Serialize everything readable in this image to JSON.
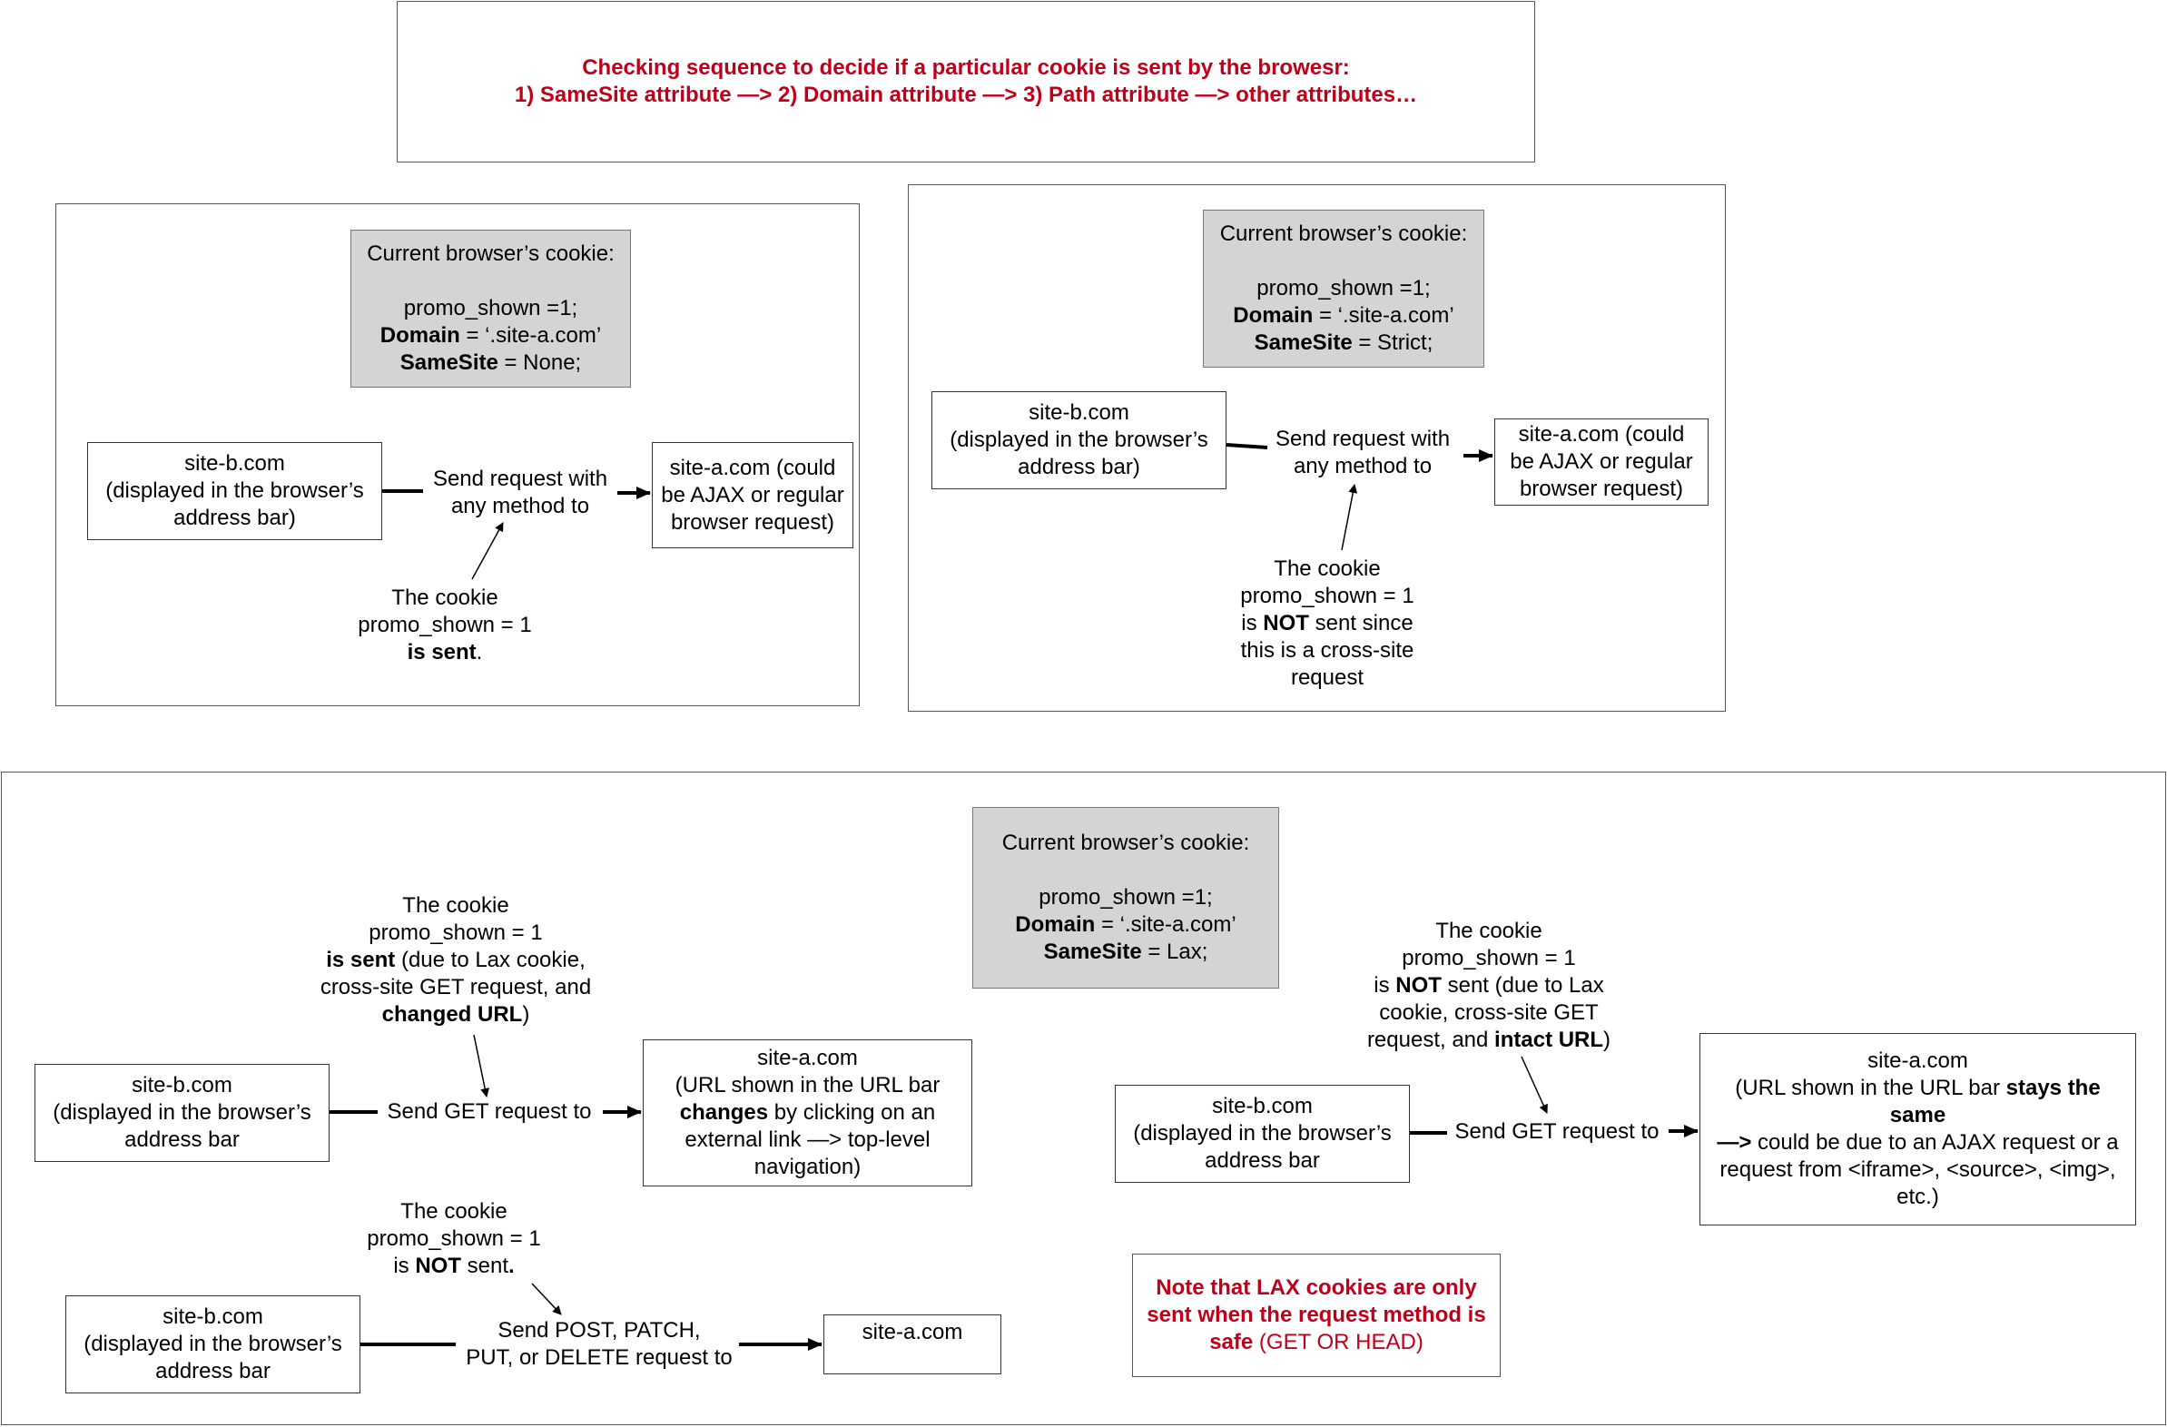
{
  "header": {
    "line1": "Checking sequence to decide if a particular cookie is sent by the browesr:",
    "line2": "1) SameSite attribute —> 2) Domain attribute —> 3) Path attribute  —> other attributes…"
  },
  "cookie_common": {
    "title": "Current browser’s cookie:",
    "value": "promo_shown =1;",
    "domain_key": "Domain",
    "domain_val": " = ‘.site-a.com’",
    "samesite_key": "SameSite"
  },
  "panel_none": {
    "samesite_val": " = None;",
    "source_line1": "site-b.com",
    "source_line2": "(displayed in the browser’s",
    "source_line3": "address bar)",
    "request_line1": "Send request with",
    "request_line2": "any method to",
    "target_line1": "site-a.com (could",
    "target_line2": "be AJAX or regular",
    "target_line3": "browser request)",
    "note_line1": "The cookie",
    "note_line2": "promo_shown = 1",
    "note_bold": "is sent",
    "note_tail": "."
  },
  "panel_strict": {
    "samesite_val": " = Strict;",
    "source_line1": "site-b.com",
    "source_line2": "(displayed in the browser’s",
    "source_line3": "address bar)",
    "request_line1": "Send request with",
    "request_line2": "any method to",
    "target_line1": "site-a.com (could",
    "target_line2": "be AJAX or regular",
    "target_line3": "browser request)",
    "note_line1": "The cookie",
    "note_line2": "promo_shown = 1",
    "note_pre": "is ",
    "note_bold": "NOT",
    "note_post": " sent since",
    "note_line4": "this is a cross-site",
    "note_line5": "request"
  },
  "panel_lax": {
    "samesite_val": " = Lax;",
    "get_changed": {
      "note_line1": "The cookie",
      "note_line2": "promo_shown = 1",
      "note_bold1": "is sent",
      "note_tail1": " (due to Lax cookie,",
      "note_line4": "cross-site GET request, and",
      "note_bold2": "changed URL",
      "note_tail2": ")",
      "source_line1": "site-b.com",
      "source_line2": "(displayed in the browser’s",
      "source_line3": "address bar",
      "request": "Send GET request to",
      "target_line1": "site-a.com",
      "target_line2": "(URL shown in the URL bar",
      "target_bold": "changes",
      "target_line3_tail": " by clicking on an",
      "target_line4": "external link —> top-level",
      "target_line5": "navigation)"
    },
    "post": {
      "note_line1": "The cookie",
      "note_line2": "promo_shown = 1",
      "note_pre": "is ",
      "note_bold": "NOT",
      "note_post": " sent",
      "note_dot": ".",
      "source_line1": "site-b.com",
      "source_line2": "(displayed in the browser’s",
      "source_line3": "address bar",
      "request_line1": "Send POST, PATCH,",
      "request_line2": "PUT, or DELETE request to",
      "target": "site-a.com"
    },
    "get_intact": {
      "note_line1": "The cookie",
      "note_line2": "promo_shown = 1",
      "note_pre": "is ",
      "note_bold": "NOT",
      "note_post": " sent (due to Lax",
      "note_line4": "cookie, cross-site GET",
      "note_line5_pre": "request, and ",
      "note_bold2": "intact URL",
      "note_line5_post": ")",
      "source_line1": "site-b.com",
      "source_line2": "(displayed in the browser’s",
      "source_line3": "address bar",
      "request": "Send GET request to",
      "target_line1": "site-a.com",
      "target_line2_pre": "(URL shown in the URL bar ",
      "target_bold1": "stays the",
      "target_bold2": "same",
      "target_line4_bold": "—>",
      "target_line4_tail": " could be due to an AJAX request or a",
      "target_line5": "request from <iframe>, <source>, <img>,",
      "target_line6": "etc.)"
    },
    "note": {
      "line1": "Note that LAX  cookies are only",
      "line2": "sent when the request method is",
      "line3_bold": "safe",
      "line3_tail": " (GET OR HEAD)"
    }
  },
  "colors": {
    "accent_red": "#c0001b",
    "cookie_fill": "#d4d4d4"
  }
}
